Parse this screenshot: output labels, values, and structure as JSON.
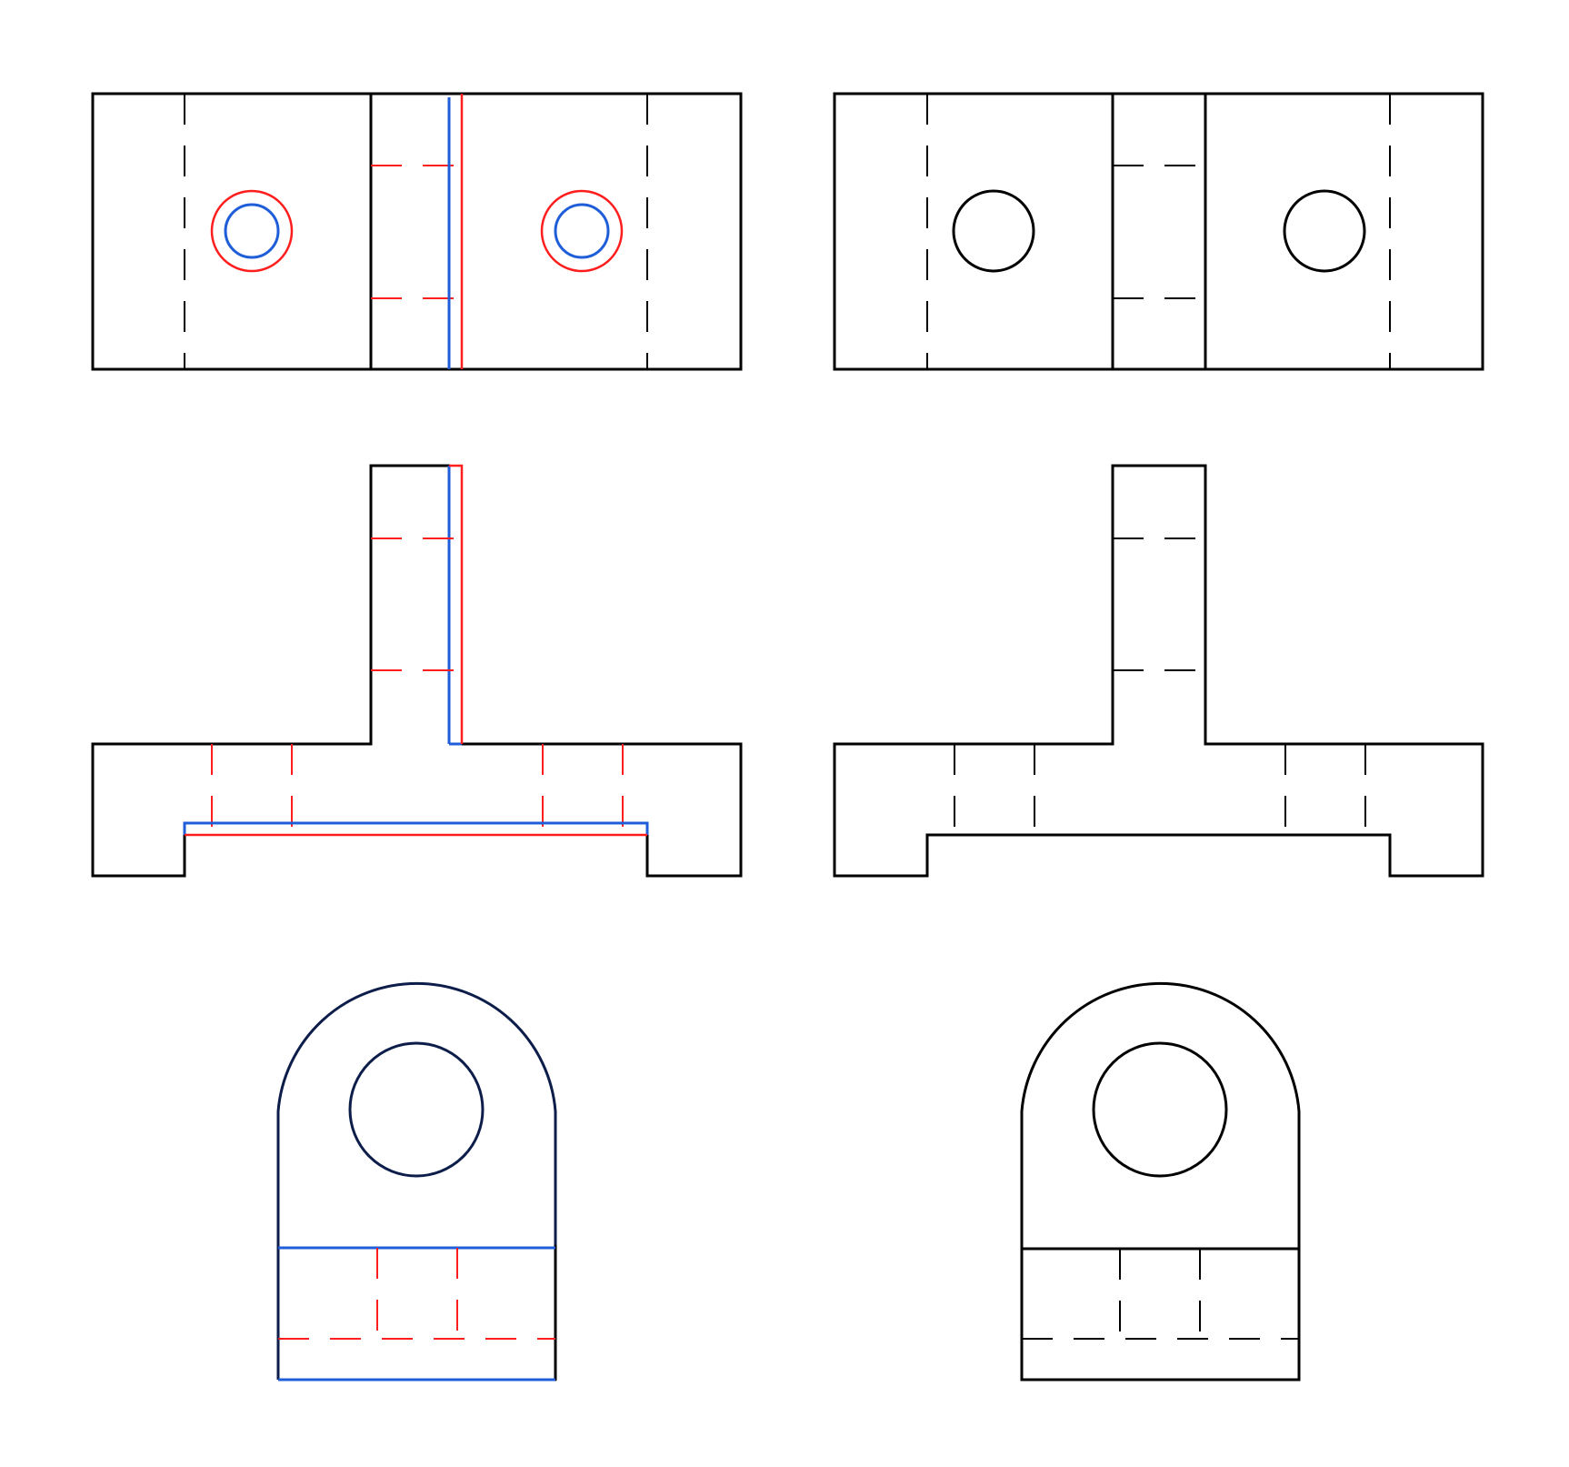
{
  "colors": {
    "visible_edge": "#000000",
    "hidden_edge_black": "#000000",
    "highlight_red": "#ff1e1e",
    "highlight_blue": "#1f5ed8",
    "dark_navy_edge": "#0d1d4a",
    "background": "#ffffff"
  },
  "views": [
    {
      "name": "top-view-annotated",
      "row": "top",
      "column": "left",
      "annotated": true
    },
    {
      "name": "top-view-plain",
      "row": "top",
      "column": "right",
      "annotated": false
    },
    {
      "name": "front-view-annotated",
      "row": "middle",
      "column": "left",
      "annotated": true
    },
    {
      "name": "front-view-plain",
      "row": "middle",
      "column": "right",
      "annotated": false
    },
    {
      "name": "side-view-annotated",
      "row": "bottom",
      "column": "left",
      "annotated": true
    },
    {
      "name": "side-view-plain",
      "row": "bottom",
      "column": "right",
      "annotated": false
    }
  ]
}
